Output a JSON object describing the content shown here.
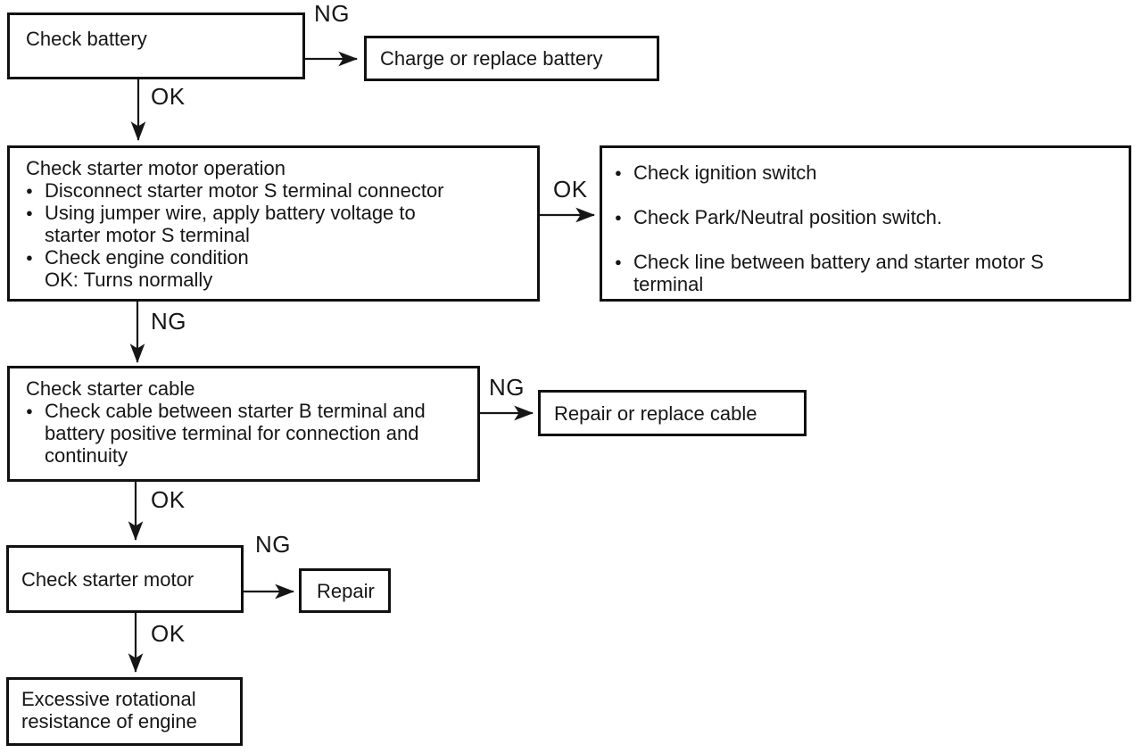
{
  "page": {
    "background": "#ffffff",
    "ink": "#161616"
  },
  "glyphs": {
    "bullet": "●"
  },
  "boxes": {
    "check_battery": {
      "lines": [
        {
          "text": "Check battery"
        }
      ]
    },
    "charge_battery": {
      "lines": [
        {
          "text": "Charge or replace battery"
        }
      ]
    },
    "starter_motor_operation": {
      "lines": [
        {
          "text": "Check starter motor operation"
        },
        {
          "text": "Disconnect starter motor S terminal connector"
        },
        {
          "text": "Using jumper wire, apply battery voltage to"
        },
        {
          "text": "starter motor S terminal"
        },
        {
          "text": "Check engine condition"
        },
        {
          "text": "OK: Turns normally"
        }
      ]
    },
    "ok_branch_checks": {
      "lines": [
        {
          "text": "Check ignition switch"
        },
        {
          "text": "Check Park/Neutral position switch."
        },
        {
          "text": "Check line between battery and starter motor S"
        },
        {
          "text": "terminal"
        }
      ]
    },
    "starter_cable": {
      "lines": [
        {
          "text": "Check starter cable"
        },
        {
          "text": "Check cable between starter B terminal and"
        },
        {
          "text": "battery positive terminal for connection and"
        },
        {
          "text": "continuity"
        }
      ]
    },
    "repair_cable": {
      "lines": [
        {
          "text": "Repair or replace cable"
        }
      ]
    },
    "check_starter_motor": {
      "lines": [
        {
          "text": "Check starter motor"
        }
      ]
    },
    "repair": {
      "lines": [
        {
          "text": "Repair"
        }
      ]
    },
    "excessive_resistance": {
      "lines": [
        {
          "text": "Excessive rotational"
        },
        {
          "text": "resistance of engine"
        }
      ]
    }
  },
  "edge_labels": {
    "battery_ng": "NG",
    "battery_ok": "OK",
    "operation_ok": "OK",
    "operation_ng": "NG",
    "cable_ng": "NG",
    "cable_ok": "OK",
    "motor_ng": "NG",
    "motor_ok": "OK"
  }
}
